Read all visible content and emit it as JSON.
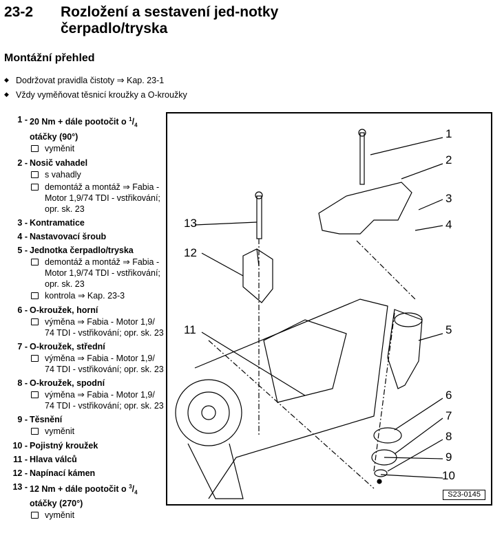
{
  "header": {
    "chapter_number": "23-2",
    "chapter_title": "Rozložení a sestavení jed-notky čerpadlo/tryska",
    "section_title": "Montážní přehled"
  },
  "notes": [
    {
      "text": "Dodržovat pravidla čistoty",
      "arrow": "⇒",
      "ref": "Kap. 23-1"
    },
    {
      "text": "Vždy vyměňovat těsnicí kroužky a O-kroužky"
    }
  ],
  "parts": [
    {
      "number": "1 -",
      "name_pre": "20 Nm + dále pootočit o ",
      "frac_num": "1",
      "frac_den": "4",
      "name_post": " otáčky (90°)",
      "subs": [
        "vyměnit"
      ]
    },
    {
      "number": "2 -",
      "name": "Nosič vahadel",
      "subs": [
        "s vahadly",
        "demontáž a montáž ⇒ Fabia - Motor 1,9/74 TDI - vstřikování; opr. sk. 23"
      ]
    },
    {
      "number": "3 -",
      "name": "Kontramatice",
      "subs": []
    },
    {
      "number": "4 -",
      "name": "Nastavovací šroub",
      "subs": []
    },
    {
      "number": "5 -",
      "name": "Jednotka čerpadlo/tryska",
      "subs": [
        "demontáž a montáž ⇒ Fabia - Motor 1,9/74 TDI - vstřikování; opr. sk. 23",
        "kontrola ⇒ Kap. 23-3"
      ]
    },
    {
      "number": "6 -",
      "name": "O-kroužek, horní",
      "subs": [
        "výměna ⇒ Fabia - Motor 1,9/ 74 TDI - vstřikování; opr. sk. 23"
      ]
    },
    {
      "number": "7 -",
      "name": "O-kroužek, střední",
      "subs": [
        "výměna ⇒ Fabia - Motor 1,9/ 74 TDI - vstřikování; opr. sk. 23"
      ]
    },
    {
      "number": "8 -",
      "name": "O-kroužek, spodní",
      "subs": [
        "výměna ⇒ Fabia - Motor 1,9/ 74 TDI - vstřikování; opr. sk. 23"
      ]
    },
    {
      "number": "9 -",
      "name": "Těsnění",
      "subs": [
        "vyměnit"
      ]
    },
    {
      "number": "10 -",
      "name": "Pojistný kroužek",
      "subs": []
    },
    {
      "number": "11 -",
      "name": "Hlava válců",
      "subs": []
    },
    {
      "number": "12 -",
      "name": "Napínací kámen",
      "subs": []
    },
    {
      "number": "13 -",
      "name_pre": "12 Nm + dále pootočit o ",
      "frac_num": "3",
      "frac_den": "4",
      "name_post": " otáčky (270°)",
      "subs": [
        "vyměnit"
      ]
    }
  ],
  "figure": {
    "callouts": [
      "1",
      "2",
      "3",
      "4",
      "5",
      "6",
      "7",
      "8",
      "9",
      "10",
      "11",
      "12",
      "13"
    ],
    "reference": "S23-0145"
  }
}
